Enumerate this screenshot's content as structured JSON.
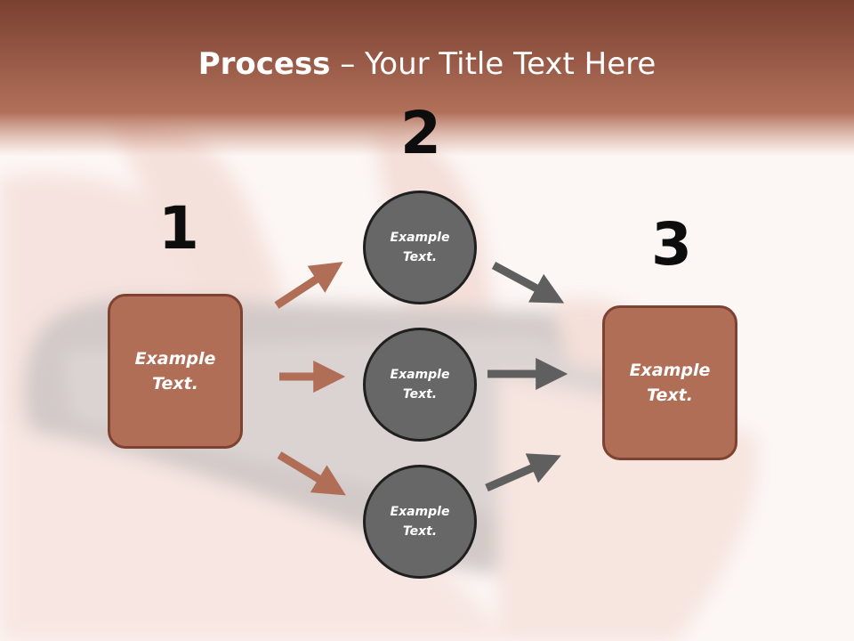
{
  "title": {
    "bold": "Process",
    "rest": " – Your Title Text Here"
  },
  "steps": [
    {
      "number": "1",
      "text": "Example\nText."
    },
    {
      "number": "2",
      "text": "Example\nText."
    },
    {
      "number": "3",
      "text": "Example\nText."
    }
  ],
  "circles": [
    {
      "text": "Example\nText."
    },
    {
      "text": "Example\nText."
    },
    {
      "text": "Example\nText."
    }
  ],
  "colors": {
    "header": "#a45d48",
    "box_fill": "#b16e57",
    "circle_fill": "#676767",
    "arrow_in": "#b16e57",
    "arrow_out": "#5f5f5f"
  }
}
